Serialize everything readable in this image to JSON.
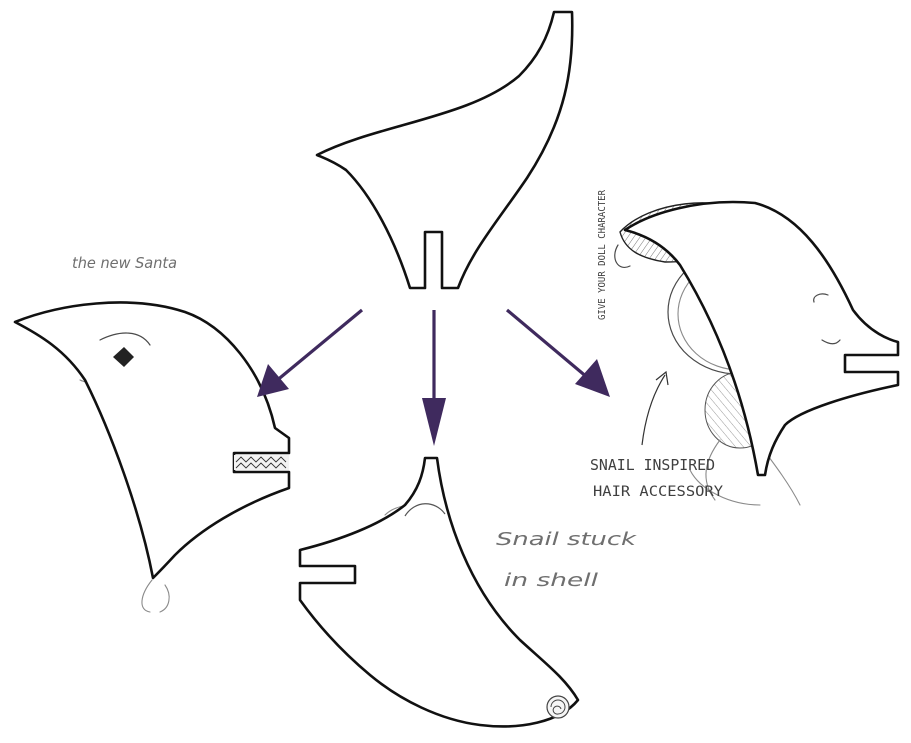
{
  "colors": {
    "arrow": "#3f2a5e",
    "outline": "#111111",
    "pencil": "#8a8a8a",
    "background": "#ffffff"
  },
  "annotations": {
    "left": "the new Santa",
    "bottom_line1": "Snail stuck",
    "bottom_line2": "in shell",
    "right_line1": "SNAIL INSPIRED",
    "right_line2": "HAIR ACCESSORY",
    "right_vertical": "GIVE YOUR DOLL CHARACTER"
  },
  "diagram": {
    "source_shape": "hat-shape-template",
    "variants": [
      "santa-hat-variant",
      "snail-shell-variant",
      "hair-accessory-variant"
    ],
    "arrows": [
      "arrow-to-left",
      "arrow-to-bottom",
      "arrow-to-right"
    ]
  }
}
